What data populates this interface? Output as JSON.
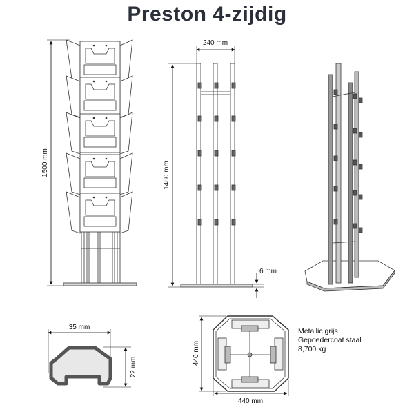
{
  "title": "Preston 4-zijdig",
  "dimensions": {
    "height_total": "1500 mm",
    "width_top": "240 mm",
    "height_frame": "1480 mm",
    "base_thickness": "6 mm",
    "profile_width": "35 mm",
    "profile_height": "22 mm",
    "base_depth": "440 mm",
    "base_width": "440 mm"
  },
  "specs": {
    "color": "Metallic grijs",
    "material": "Gepoedercoat staal",
    "weight": "8,700 kg"
  }
}
